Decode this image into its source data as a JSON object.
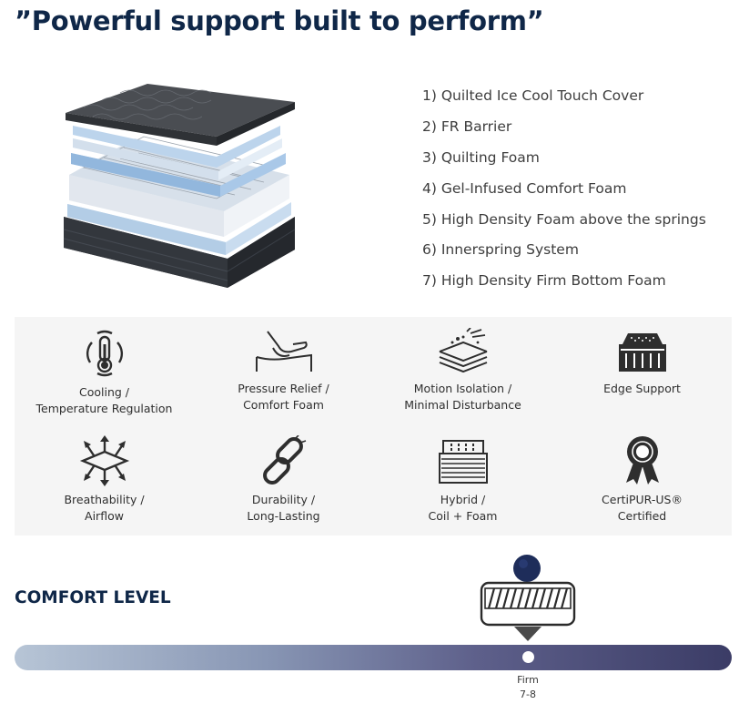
{
  "headline": "”Powerful support built to perform”",
  "layers": [
    "1) Quilted Ice Cool Touch Cover",
    "2) FR Barrier",
    "3) Quilting Foam",
    "4) Gel-Infused Comfort Foam",
    "5) High Density Foam above the springs",
    "6) Innerspring System",
    "7) High Density Firm Bottom Foam"
  ],
  "features": [
    {
      "label": "Cooling /\nTemperature Regulation",
      "icon": "thermometer-cycle-icon"
    },
    {
      "label": "Pressure Relief /\nComfort Foam",
      "icon": "hand-press-icon"
    },
    {
      "label": "Motion Isolation /\nMinimal Disturbance",
      "icon": "splash-layers-icon"
    },
    {
      "label": "Edge Support",
      "icon": "edge-support-icon"
    },
    {
      "label": "Breathability /\nAirflow",
      "icon": "airflow-arrows-icon"
    },
    {
      "label": "Durability /\nLong-Lasting",
      "icon": "chain-link-icon"
    },
    {
      "label": "Hybrid /\nCoil + Foam",
      "icon": "hybrid-coil-icon"
    },
    {
      "label": "CertiPUR-US®\nCertified",
      "icon": "award-ribbon-icon"
    }
  ],
  "comfort": {
    "title": "COMFORT LEVEL",
    "level_name": "Firm",
    "level_range": "7-8",
    "level_position_fraction": 0.72,
    "colors": {
      "navy": "#0f2748",
      "scale_start": "#b7c5d6",
      "scale_end": "#3b3c66"
    }
  }
}
